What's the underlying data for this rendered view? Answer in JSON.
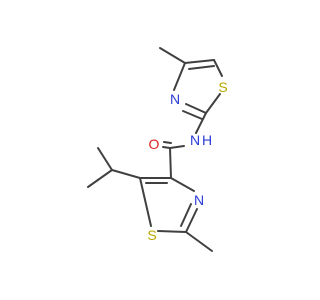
{
  "molecule": {
    "atoms": {
      "S1": {
        "symbol": "S",
        "color": "#b8a800"
      },
      "N1": {
        "symbol": "N",
        "color": "#2a3bd6"
      },
      "NH": {
        "symbol": "N",
        "h": "H",
        "color": "#2a3bd6"
      },
      "O": {
        "symbol": "O",
        "color": "#e02020"
      },
      "N2": {
        "symbol": "N",
        "color": "#2a3bd6"
      },
      "S2": {
        "symbol": "S",
        "color": "#b8a800"
      }
    },
    "bond_color": "#404040"
  }
}
